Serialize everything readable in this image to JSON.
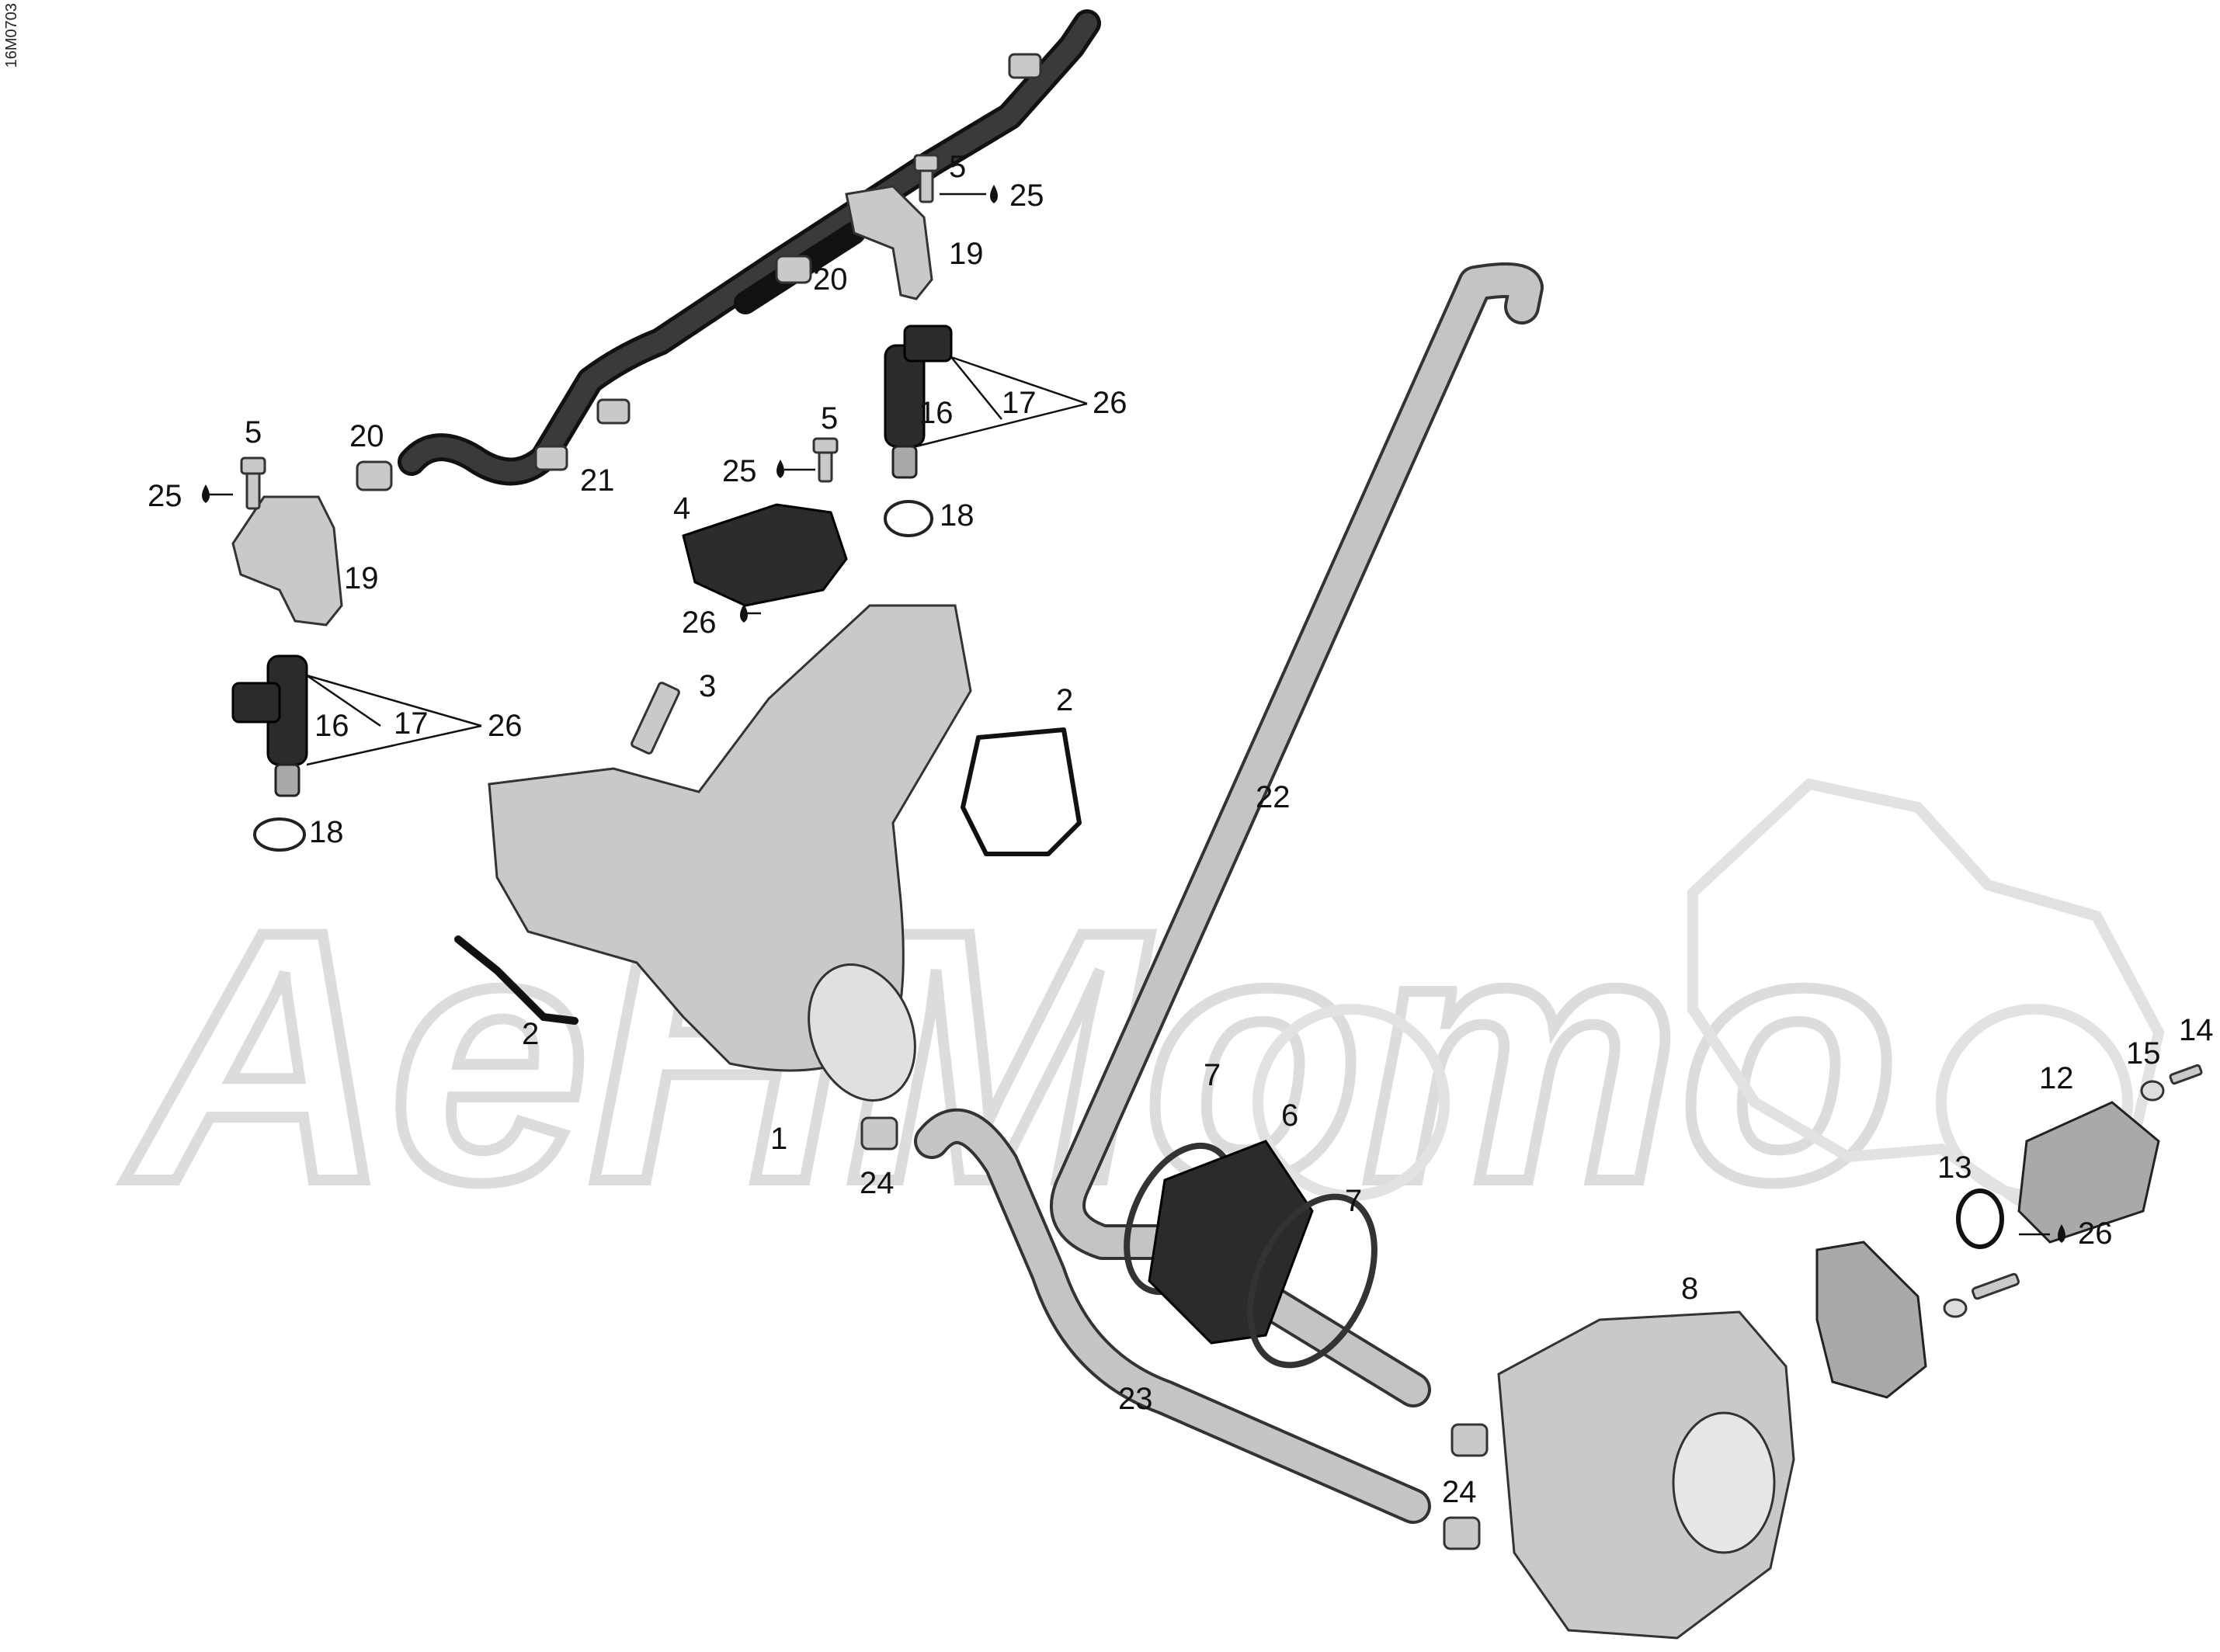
{
  "document_id": "16M0703",
  "watermark": "AeHMomo",
  "callouts": [
    {
      "id": "c1",
      "text": "1"
    },
    {
      "id": "c2a",
      "text": "2"
    },
    {
      "id": "c2b",
      "text": "2"
    },
    {
      "id": "c3",
      "text": "3"
    },
    {
      "id": "c4",
      "text": "4"
    },
    {
      "id": "c5a",
      "text": "5"
    },
    {
      "id": "c5b",
      "text": "5"
    },
    {
      "id": "c5c",
      "text": "5"
    },
    {
      "id": "c6",
      "text": "6"
    },
    {
      "id": "c7a",
      "text": "7"
    },
    {
      "id": "c7b",
      "text": "7"
    },
    {
      "id": "c8",
      "text": "8"
    },
    {
      "id": "c12",
      "text": "12"
    },
    {
      "id": "c13",
      "text": "13"
    },
    {
      "id": "c14",
      "text": "14"
    },
    {
      "id": "c15",
      "text": "15"
    },
    {
      "id": "c16a",
      "text": "16"
    },
    {
      "id": "c16b",
      "text": "16"
    },
    {
      "id": "c17a",
      "text": "17"
    },
    {
      "id": "c17b",
      "text": "17"
    },
    {
      "id": "c18a",
      "text": "18"
    },
    {
      "id": "c18b",
      "text": "18"
    },
    {
      "id": "c19a",
      "text": "19"
    },
    {
      "id": "c19b",
      "text": "19"
    },
    {
      "id": "c20a",
      "text": "20"
    },
    {
      "id": "c20b",
      "text": "20"
    },
    {
      "id": "c21",
      "text": "21"
    },
    {
      "id": "c22",
      "text": "22"
    },
    {
      "id": "c23",
      "text": "23"
    },
    {
      "id": "c24a",
      "text": "24"
    },
    {
      "id": "c24b",
      "text": "24"
    },
    {
      "id": "c25a",
      "text": "25"
    },
    {
      "id": "c25b",
      "text": "25"
    },
    {
      "id": "c25c",
      "text": "25"
    },
    {
      "id": "c26a",
      "text": "26"
    },
    {
      "id": "c26b",
      "text": "26"
    },
    {
      "id": "c26c",
      "text": "26"
    },
    {
      "id": "c26d",
      "text": "26"
    }
  ]
}
